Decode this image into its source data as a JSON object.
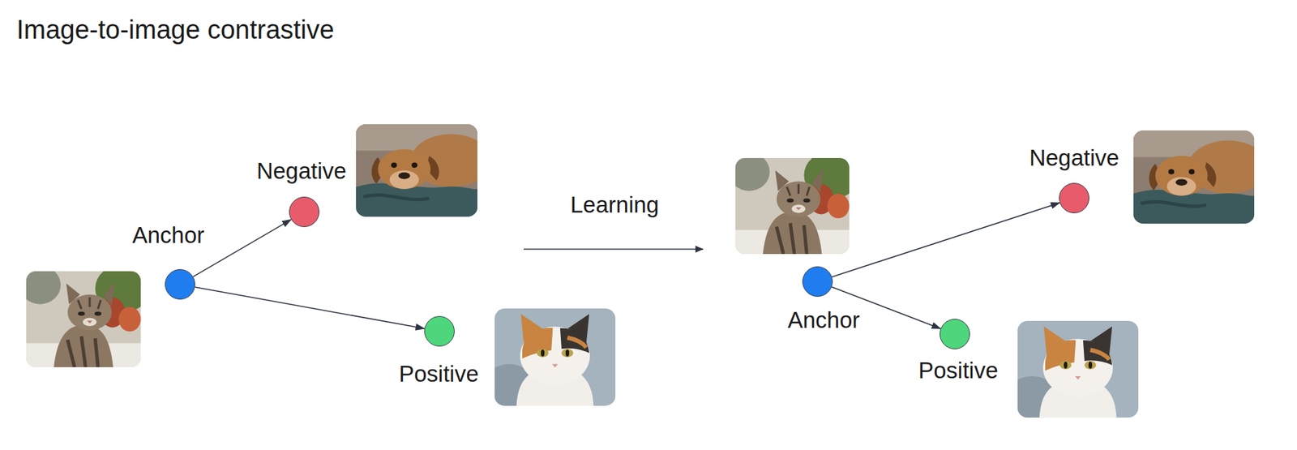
{
  "diagram": {
    "title": "Image-to-image contrastive",
    "nodes": [
      {
        "text": [
          "Anchor"
        ]
      },
      {
        "text": [
          "Negative"
        ]
      },
      {
        "text": [
          "Positive"
        ]
      },
      {
        "text": [
          "Anchor"
        ]
      },
      {
        "text": [
          "Negative"
        ]
      },
      {
        "text": [
          "Positive"
        ]
      }
    ],
    "edges": [
      {
        "from": 0,
        "to": 1,
        "arrow": "to"
      },
      {
        "from": 0,
        "to": 2,
        "arrow": "to"
      },
      {
        "from": 3,
        "to": 4,
        "arrow": "to"
      },
      {
        "from": 3,
        "to": 5,
        "arrow": "to"
      }
    ],
    "labels": [
      "Learning"
    ]
  }
}
